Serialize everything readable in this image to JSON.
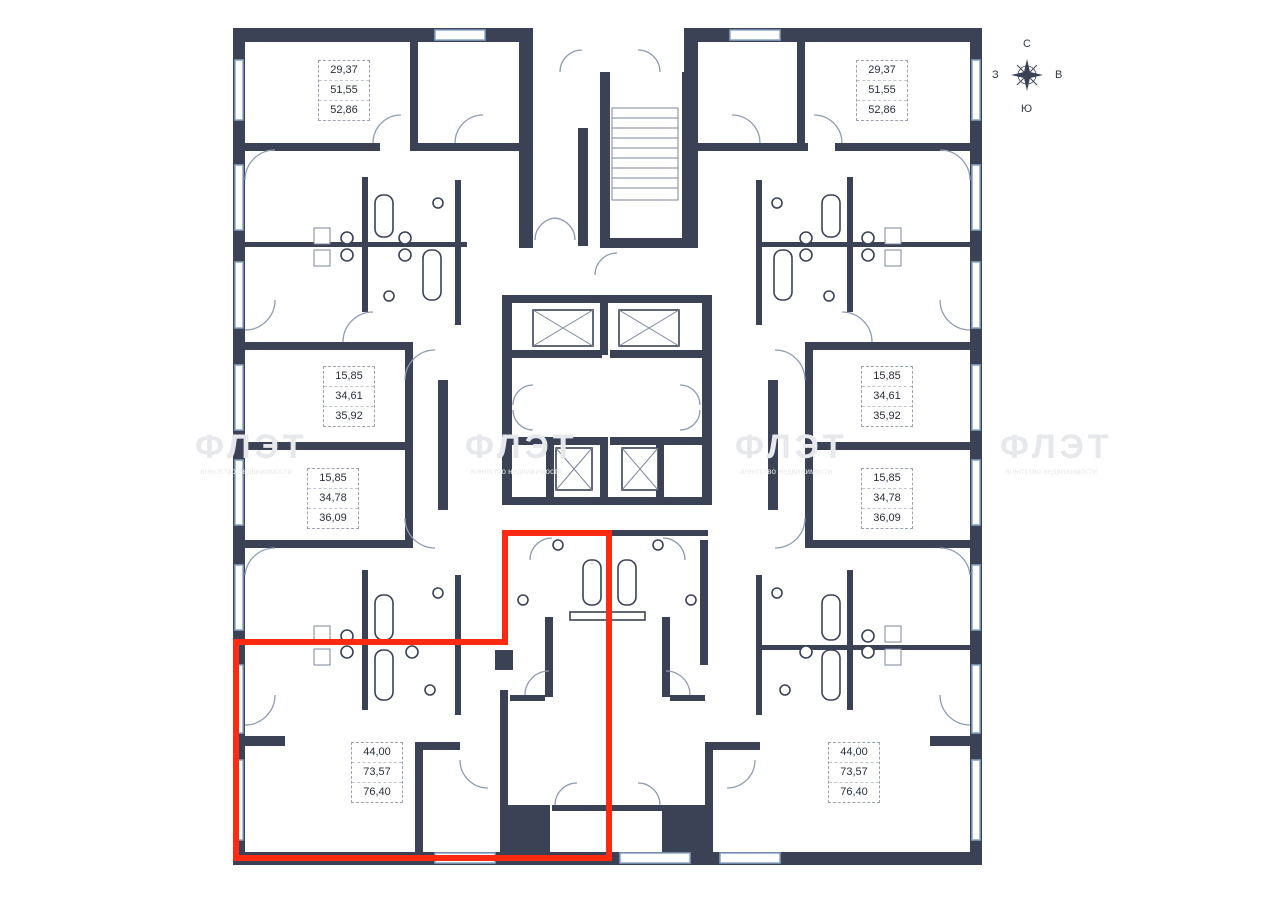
{
  "compass": {
    "north": "С",
    "east": "В",
    "south": "Ю",
    "west": "З"
  },
  "watermark": {
    "brand": "ФЛЭТ",
    "tagline": "агентство недвижимости"
  },
  "apartments": [
    {
      "id": "top-left",
      "values": [
        "29,37",
        "51,55",
        "52,86"
      ]
    },
    {
      "id": "top-right",
      "values": [
        "29,37",
        "51,55",
        "52,86"
      ]
    },
    {
      "id": "mid-left-1",
      "values": [
        "15,85",
        "34,61",
        "35,92"
      ]
    },
    {
      "id": "mid-right-1",
      "values": [
        "15,85",
        "34,61",
        "35,92"
      ]
    },
    {
      "id": "mid-left-2",
      "values": [
        "15,85",
        "34,78",
        "36,09"
      ]
    },
    {
      "id": "mid-right-2",
      "values": [
        "15,85",
        "34,78",
        "36,09"
      ]
    },
    {
      "id": "bottom-left",
      "values": [
        "44,00",
        "73,57",
        "76,40"
      ]
    },
    {
      "id": "bottom-right",
      "values": [
        "44,00",
        "73,57",
        "76,40"
      ]
    }
  ],
  "colors": {
    "walls": "#3b4256",
    "highlight": "#ff2a12",
    "windows": "#8aa6c6"
  },
  "highlighted_apartment": "bottom-left"
}
